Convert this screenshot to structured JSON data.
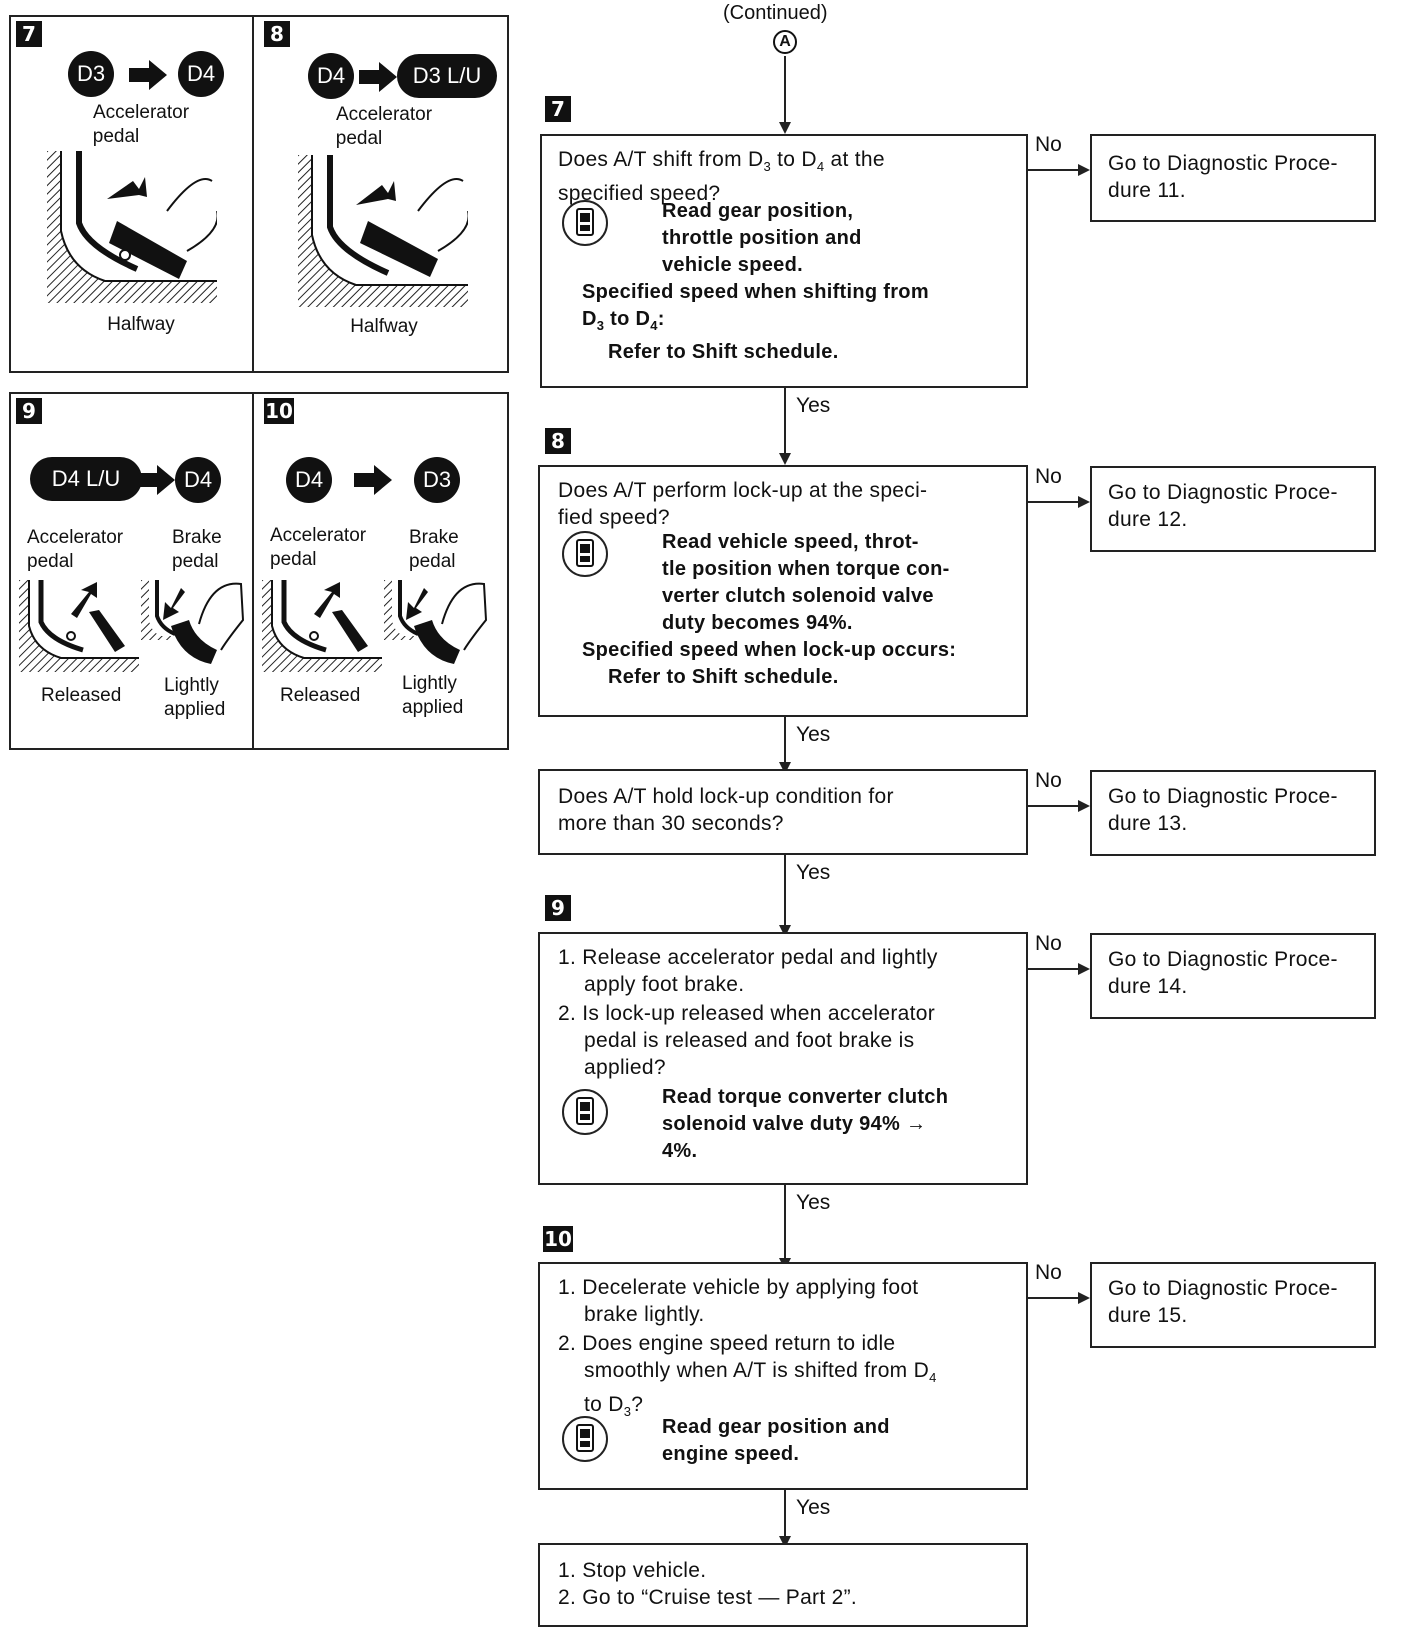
{
  "header": {
    "continued": "(Continued)",
    "connector": "A"
  },
  "steps": {
    "s7": {
      "num": "7",
      "question_lines": [
        "Does A/T shift from D3 to D4 at the",
        "specified speed?"
      ],
      "bold_lines": [
        "Read gear position,",
        "throttle position and",
        "vehicle speed."
      ],
      "spec_line1": "Specified speed when shifting from",
      "spec_line2": "D3 to D4:",
      "spec_line3": "Refer to Shift schedule.",
      "no_label": "No",
      "yes_label": "Yes",
      "go_to": [
        "Go to Diagnostic Proce-",
        "dure 11."
      ]
    },
    "s8": {
      "num": "8",
      "question_lines": [
        "Does A/T perform lock-up at the speci-",
        "fied speed?"
      ],
      "bold_lines": [
        "Read vehicle speed, throt-",
        "tle position when torque con-",
        "verter clutch solenoid valve",
        "duty becomes 94%."
      ],
      "spec_line1": "Specified speed when lock-up occurs:",
      "spec_line2": "Refer to Shift schedule.",
      "no_label": "No",
      "yes_label": "Yes",
      "go_to": [
        "Go to Diagnostic Proce-",
        "dure 12."
      ]
    },
    "s8b": {
      "question_lines": [
        "Does A/T hold lock-up condition for",
        "more than 30 seconds?"
      ],
      "no_label": "No",
      "yes_label": "Yes",
      "go_to": [
        "Go to Diagnostic Proce-",
        "dure 13."
      ]
    },
    "s9": {
      "num": "9",
      "item1": [
        "1. Release accelerator pedal and lightly",
        "apply foot brake."
      ],
      "item2": [
        "2. Is lock-up released when accelerator",
        "pedal is released and foot brake is",
        "applied?"
      ],
      "bold_lines": [
        "Read torque converter clutch",
        "solenoid valve duty 94% →",
        "4%."
      ],
      "no_label": "No",
      "yes_label": "Yes",
      "go_to": [
        "Go to Diagnostic Proce-",
        "dure 14."
      ]
    },
    "s10": {
      "num": "10",
      "item1": [
        "1. Decelerate vehicle by applying foot",
        "brake lightly."
      ],
      "item2": [
        "2. Does engine speed return to idle",
        "smoothly when A/T is shifted from D4",
        "to D3?"
      ],
      "bold_lines": [
        "Read gear position and",
        "engine speed."
      ],
      "no_label": "No",
      "yes_label": "Yes",
      "go_to": [
        "Go to Diagnostic Proce-",
        "dure 15."
      ]
    },
    "final": {
      "line1": "1. Stop vehicle.",
      "line2": "2. Go to “Cruise test — Part 2”."
    }
  },
  "illustrations": {
    "p7": {
      "num": "7",
      "from": "D3",
      "to": "D4",
      "label1": "Accelerator",
      "label2": "pedal",
      "state": "Halfway"
    },
    "p8": {
      "num": "8",
      "from": "D4",
      "to": "D3 L/U",
      "label1": "Accelerator",
      "label2": "pedal",
      "state": "Halfway"
    },
    "p9": {
      "num": "9",
      "from": "D4 L/U",
      "to": "D4",
      "acc1": "Accelerator",
      "acc2": "pedal",
      "brk1": "Brake",
      "brk2": "pedal",
      "released": "Released",
      "applied1": "Lightly",
      "applied2": "applied"
    },
    "p10": {
      "num": "10",
      "from": "D4",
      "to": "D3",
      "acc1": "Accelerator",
      "acc2": "pedal",
      "brk1": "Brake",
      "brk2": "pedal",
      "released": "Released",
      "applied1": "Lightly",
      "applied2": "applied"
    }
  },
  "icons": {
    "consult": "consult-tester-icon",
    "shift_arrow": "shift-arrow-icon",
    "pedal": "pedal-illustration-icon"
  },
  "colors": {
    "ink": "#111111",
    "paper": "#ffffff"
  }
}
